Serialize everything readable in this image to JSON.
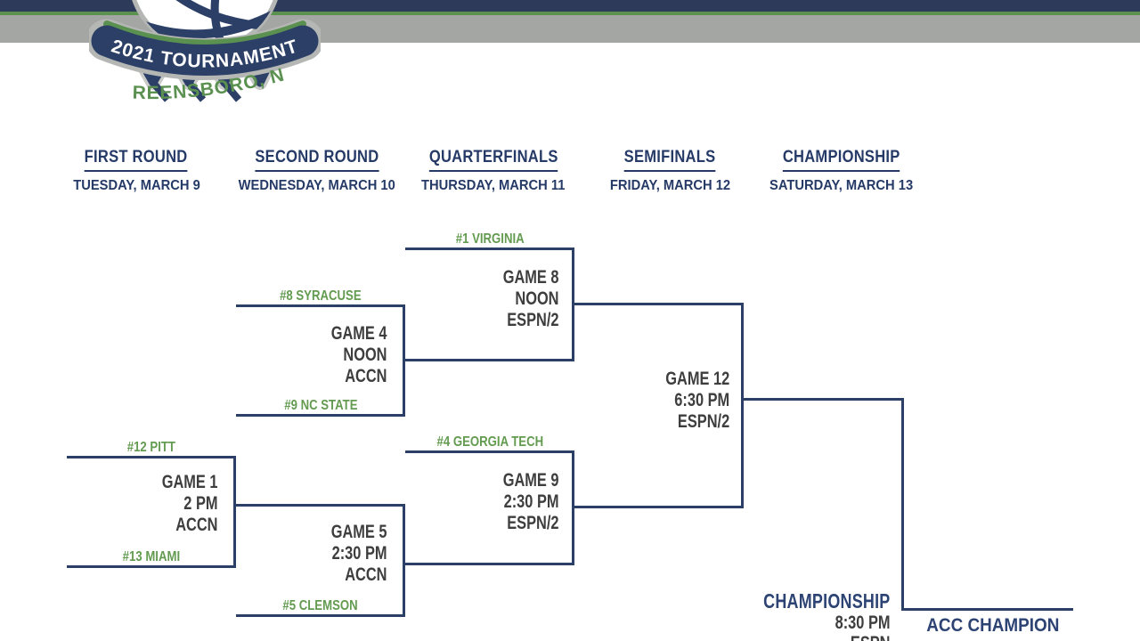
{
  "logo": {
    "title": "2021 TOURNAMENT",
    "location": "GREENSBORO, NC"
  },
  "rounds": [
    {
      "label": "FIRST ROUND",
      "date": "TUESDAY, MARCH 9"
    },
    {
      "label": "SECOND ROUND",
      "date": "WEDNESDAY, MARCH 10"
    },
    {
      "label": "QUARTERFINALS",
      "date": "THURSDAY, MARCH 11"
    },
    {
      "label": "SEMIFINALS",
      "date": "FRIDAY, MARCH 12"
    },
    {
      "label": "CHAMPIONSHIP",
      "date": "SATURDAY, MARCH 13"
    }
  ],
  "teams": {
    "virginia": "#1 VIRGINIA",
    "syracuse": "#8 SYRACUSE",
    "nc_state": "#9 NC STATE",
    "georgia_tech": "#4 GEORGIA TECH",
    "clemson": "#5 CLEMSON",
    "pitt": "#12 PITT",
    "miami": "#13 MIAMI"
  },
  "games": {
    "game1": {
      "label": "GAME 1",
      "time": "2 PM",
      "network": "ACCN"
    },
    "game4": {
      "label": "GAME 4",
      "time": "NOON",
      "network": "ACCN"
    },
    "game5": {
      "label": "GAME 5",
      "time": "2:30 PM",
      "network": "ACCN"
    },
    "game8": {
      "label": "GAME 8",
      "time": "NOON",
      "network": "ESPN/2"
    },
    "game9": {
      "label": "GAME 9",
      "time": "2:30 PM",
      "network": "ESPN/2"
    },
    "game12": {
      "label": "GAME 12",
      "time": "6:30 PM",
      "network": "ESPN/2"
    },
    "championship": {
      "label": "CHAMPIONSHIP",
      "time": "8:30 PM",
      "network": "ESPN"
    }
  },
  "champion_placeholder": "ACC CHAMPION",
  "colors": {
    "navy_bar": "#2d3a59",
    "navy_line": "#2c4067",
    "navy_text": "#253a66",
    "green": "#5b9150",
    "green_text": "#639b50",
    "gray_bar": "#a4a6a3",
    "game_text": "#3e3e3e"
  }
}
